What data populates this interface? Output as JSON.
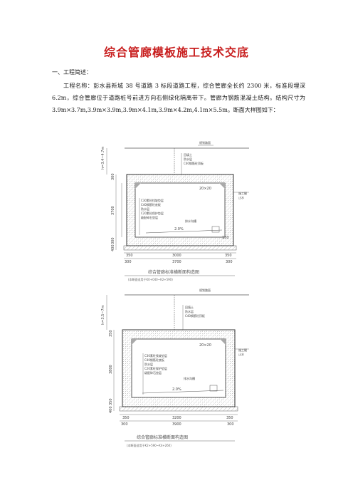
{
  "title": "综合管廊模板施工技术交底",
  "section_heading": "一、工程简述：",
  "paragraph": "工程名称：彭水县新城 38 号道路 3 标段道路工程，综合管廊全长约 2300 米，标准段埋深 6.2m，综合管廊位于道路桩号前进方向右侧绿化隔离带下。管廊为钢筋混凝土结构。结构尺寸为 3.9m×3.7m,3.9m×3.9m,3.9m×4.1m,3.9m×4.2m,4.1m×5.5m。断面大样图如下：",
  "figure1": {
    "top_label": "规划路面",
    "layers_top": [
      "回填土",
      "防水层",
      "C40钢筋砼顶板"
    ],
    "layers_bottom": [
      "C30素砼找坡垫层",
      "C40钢筋砼底板",
      "防水层",
      "C20素砼保护垫层",
      "级配碎石垫层"
    ],
    "slope": "2.0%",
    "corner_top": "20×20",
    "drain": "排水沟槽",
    "right_label": "施工缝",
    "right_label2": "止水",
    "left_vertical": "h=3.4~4.7m",
    "dims_bottom_inner": [
      "350",
      "3000",
      "350"
    ],
    "dims_bottom_outer": [
      "300",
      "3700",
      "300"
    ],
    "dims_side": [
      "300",
      "3700",
      "300",
      "400"
    ],
    "dim_150": "150",
    "caption": "综合管廊标准横断面构造图",
    "subcaption": "(本断面适用于K0+040~K2+590)"
  },
  "figure2": {
    "top_label": "规划路面",
    "layers_top": [
      "回填土",
      "防水层",
      "C40钢筋砼顶板"
    ],
    "layers_bottom": [
      "C30素砼找坡垫层",
      "C40钢筋砼底板",
      "防水层",
      "C20素砼保护垫层",
      "级配碎石垫层"
    ],
    "slope": "2.0%",
    "corner_top": "20×20",
    "drain": "排水沟槽",
    "right_label": "施工缝",
    "right_label2": "止水",
    "left_vertical": "h=3.5~7m",
    "dims_bottom_inner": [
      "350",
      "3200",
      "350"
    ],
    "dims_bottom_outer": [
      "300",
      "3900",
      "300"
    ],
    "dims_side": [
      "350",
      "3800",
      "350",
      "400"
    ],
    "caption": "综合管廊标准横断面构造图",
    "subcaption": "(本断面适用于K2+590~K4+260)"
  }
}
